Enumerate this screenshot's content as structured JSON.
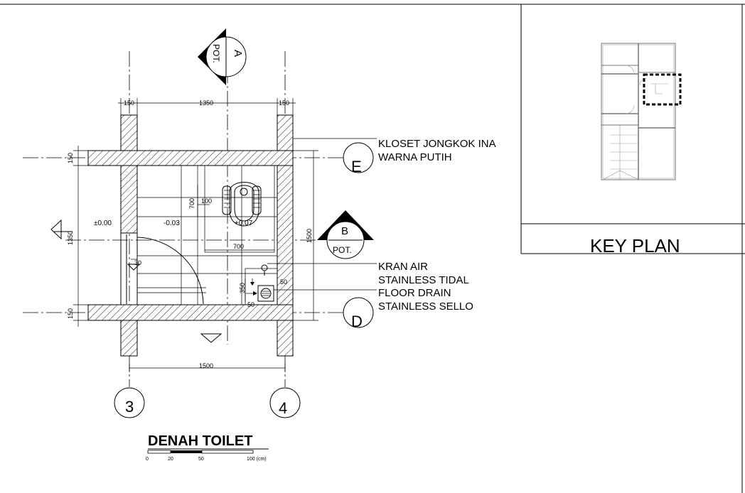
{
  "drawing": {
    "title": "DENAH TOILET",
    "scale_labels": [
      "0",
      "20",
      "50",
      "100 (cm)"
    ],
    "grid_bubbles": {
      "col_left": "3",
      "col_right": "4",
      "row_top": "E",
      "row_bottom": "D"
    },
    "section_markers": {
      "a": {
        "letter": "A",
        "label": "POT."
      },
      "b": {
        "letter": "B",
        "label": "POT."
      }
    },
    "dimensions": {
      "top_wall_left": "150",
      "top_span": "1350",
      "top_wall_right": "150",
      "left_wall_top": "150",
      "left_span": "1350",
      "left_wall_bottom": "150",
      "right_span": "1500",
      "bottom_span": "1500",
      "closet_height": "700",
      "closet_offset": "100",
      "closet_width": "700",
      "door_offset": "30",
      "drain_height": "350",
      "drain_right": "50",
      "drain_bottom": "50"
    },
    "levels": {
      "outside": "±0.00",
      "floor": "-0.03",
      "closet": "+0.07"
    },
    "notes": {
      "closet_line1": "KLOSET JONGKOK INA",
      "closet_line2": "WARNA PUTIH",
      "tap_line1": "KRAN AIR",
      "tap_line2": "STAINLESS TIDAL",
      "drain_line1": "FLOOR DRAIN",
      "drain_line2": "STAINLESS SELLO"
    }
  },
  "key_plan": {
    "title": "KEY PLAN"
  }
}
